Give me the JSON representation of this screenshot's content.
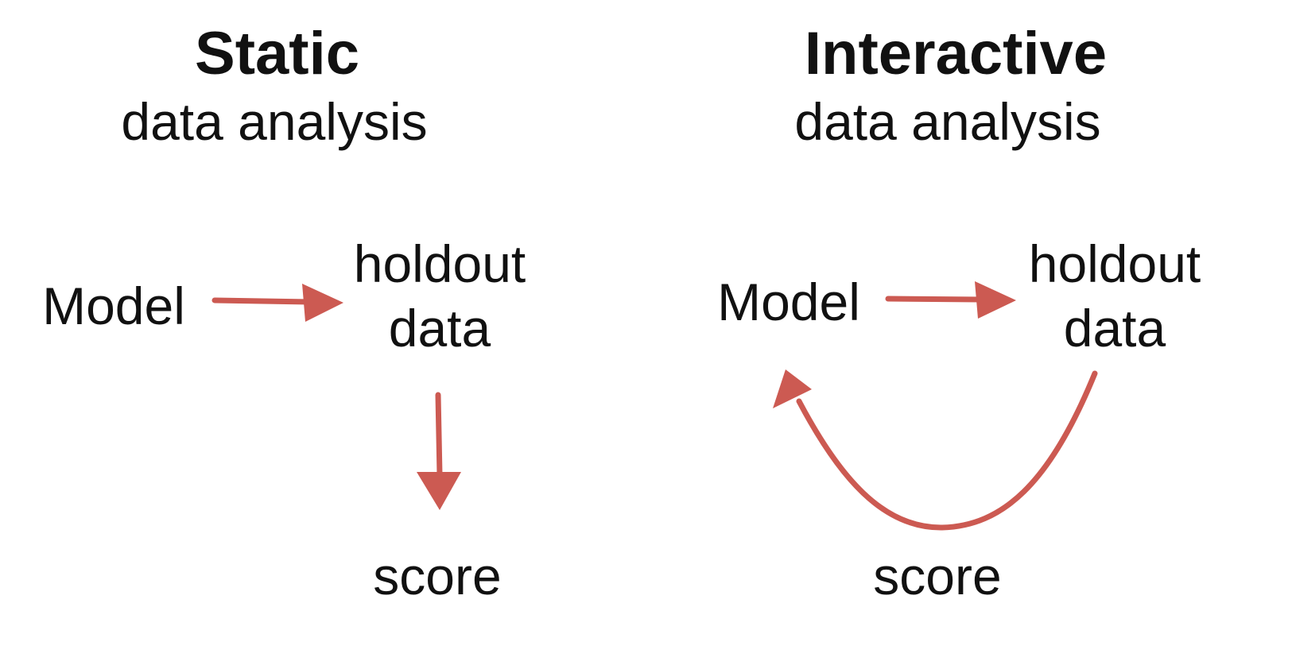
{
  "static": {
    "title": "Static",
    "subtitle": "data analysis",
    "model": "Model",
    "holdout_line1": "holdout",
    "holdout_line2": "data",
    "score": "score"
  },
  "interactive": {
    "title": "Interactive",
    "subtitle": "data analysis",
    "model": "Model",
    "holdout_line1": "holdout",
    "holdout_line2": "data",
    "score": "score"
  },
  "colors": {
    "arrow": "#cc5a52",
    "text": "#111111"
  }
}
